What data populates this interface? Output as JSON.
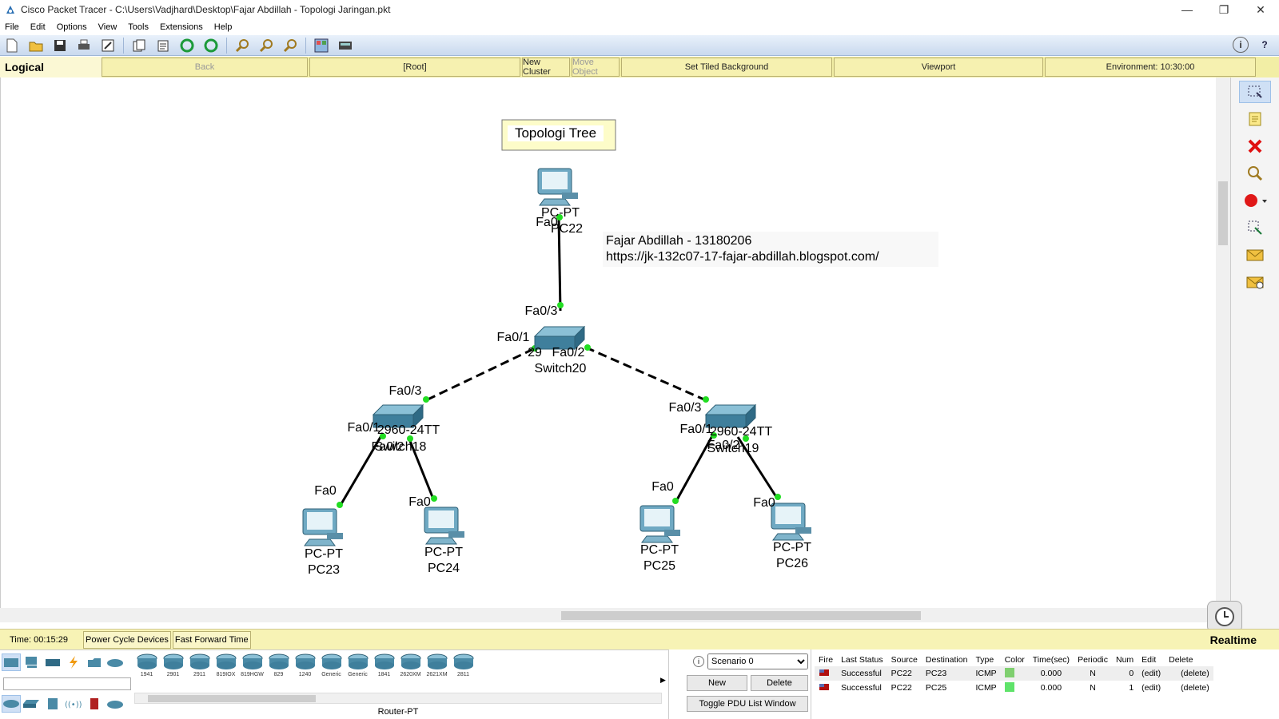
{
  "window": {
    "title": "Cisco Packet Tracer - C:\\Users\\Vadjhard\\Desktop\\Fajar Abdillah - Topologi Jaringan.pkt",
    "minimize": "—",
    "maximize": "❐",
    "close": "✕"
  },
  "menu": [
    "File",
    "Edit",
    "Options",
    "View",
    "Tools",
    "Extensions",
    "Help"
  ],
  "navbar": {
    "mode": "Logical",
    "back": "Back",
    "root": "[Root]",
    "new_cluster": "New Cluster",
    "move_object": "Move Object",
    "set_tiled_background": "Set Tiled Background",
    "viewport": "Viewport",
    "environment": "Environment: 10:30:00"
  },
  "topology": {
    "title_note": "Topologi Tree",
    "author_note_line1": "Fajar Abdillah - 13180206",
    "author_note_line2": "https://jk-132c07-17-fajar-abdillah.blogspot.com/",
    "pc22": {
      "type": "PC-PT",
      "name": "PC22",
      "port": "Fa0"
    },
    "switch20": {
      "type": "29",
      "name": "Switch20",
      "port_up": "Fa0/3",
      "port_left": "Fa0/1",
      "port_right": "Fa0/2"
    },
    "switch18": {
      "type": "2960-24TT",
      "name": "Switch18",
      "port_up": "Fa0/3",
      "port_left": "Fa0/1",
      "port_right": "Fa0/2"
    },
    "switch19": {
      "type": "2960-24TT",
      "name": "Switch19",
      "port_up": "Fa0/3",
      "port_left": "Fa0/1",
      "port_right": "Fa0/2"
    },
    "pc23": {
      "type": "PC-PT",
      "name": "PC23",
      "port": "Fa0"
    },
    "pc24": {
      "type": "PC-PT",
      "name": "PC24",
      "port": "Fa0"
    },
    "pc25": {
      "type": "PC-PT",
      "name": "PC25",
      "port": "Fa0"
    },
    "pc26": {
      "type": "PC-PT",
      "name": "PC26",
      "port": "Fa0"
    }
  },
  "status": {
    "time": "Time: 00:15:29",
    "power_cycle": "Power Cycle Devices",
    "fast_forward": "Fast Forward Time",
    "mode": "Realtime"
  },
  "devices": {
    "models": [
      "1941",
      "2901",
      "2911",
      "819IOX",
      "819HGW",
      "829",
      "1240",
      "Generic",
      "Generic",
      "1841",
      "2620XM",
      "2621XM",
      "2811"
    ],
    "selected_category": "Router-PT"
  },
  "scenario": {
    "selected": "Scenario 0",
    "new": "New",
    "delete": "Delete",
    "toggle": "Toggle PDU List Window"
  },
  "pdu_list": {
    "headers": [
      "Fire",
      "Last Status",
      "Source",
      "Destination",
      "Type",
      "Color",
      "Time(sec)",
      "Periodic",
      "Num",
      "Edit",
      "Delete"
    ],
    "rows": [
      {
        "status": "Successful",
        "source": "PC22",
        "destination": "PC23",
        "type": "ICMP",
        "color": "#7fcf6f",
        "time": "0.000",
        "periodic": "N",
        "num": "0",
        "edit": "(edit)",
        "delete": "(delete)"
      },
      {
        "status": "Successful",
        "source": "PC22",
        "destination": "PC25",
        "type": "ICMP",
        "color": "#5fe36a",
        "time": "0.000",
        "periodic": "N",
        "num": "1",
        "edit": "(edit)",
        "delete": "(delete)"
      }
    ]
  },
  "colors": {
    "toolbar": "#c9d9ee",
    "navbar": "#f2eea5",
    "link_up": "#22dd22",
    "device": "#4a8aa6"
  }
}
